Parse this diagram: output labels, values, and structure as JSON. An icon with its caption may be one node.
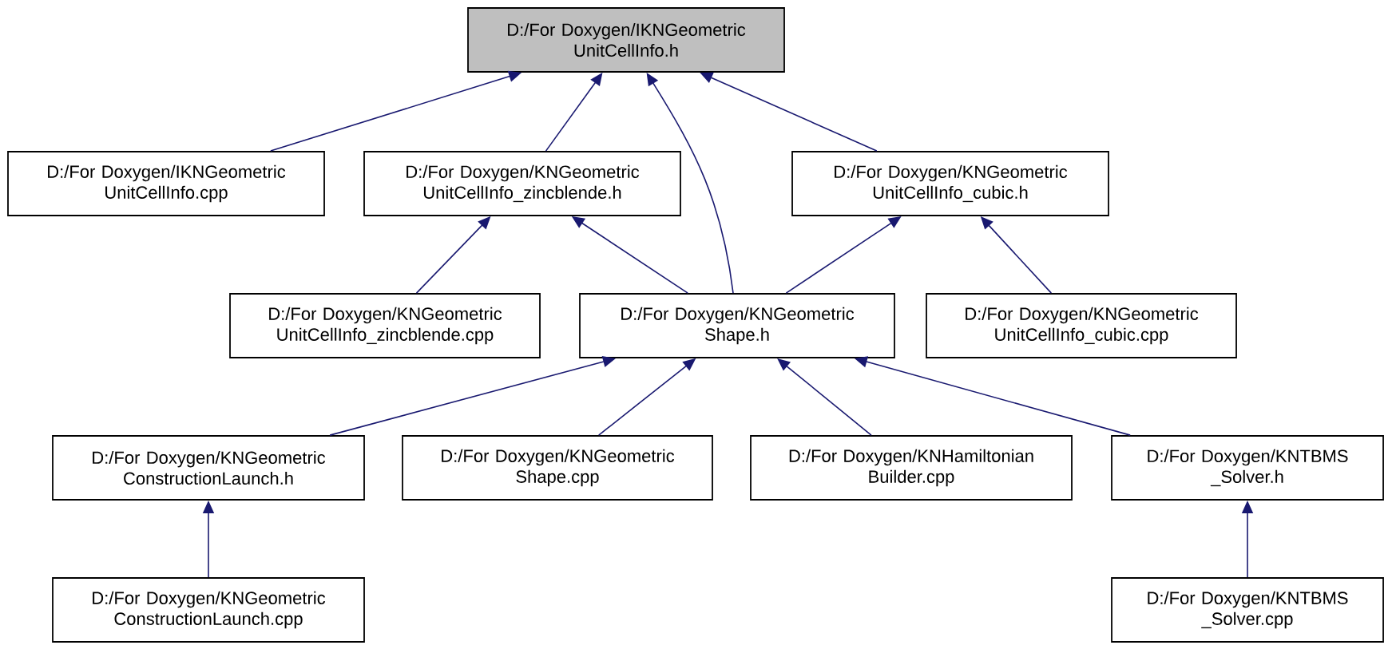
{
  "diagram": {
    "nodes": [
      {
        "text": [
          "D:/For Doxygen/IKNGeometric UnitCellInfo.h"
        ]
      },
      {
        "text": [
          "D:/For Doxygen/IKNGeometric UnitCellInfo.cpp"
        ]
      },
      {
        "text": [
          "D:/For Doxygen/KNGeometric UnitCellInfo_zincblende.h"
        ]
      },
      {
        "text": [
          "D:/For Doxygen/KNGeometric UnitCellInfo_cubic.h"
        ]
      },
      {
        "text": [
          "D:/For Doxygen/KNGeometric UnitCellInfo_zincblende.cpp"
        ]
      },
      {
        "text": [
          "D:/For Doxygen/KNGeometric Shape.h"
        ]
      },
      {
        "text": [
          "D:/For Doxygen/KNGeometric UnitCellInfo_cubic.cpp"
        ]
      },
      {
        "text": [
          "D:/For Doxygen/KNGeometric ConstructionLaunch.h"
        ]
      },
      {
        "text": [
          "D:/For Doxygen/KNGeometric Shape.cpp"
        ]
      },
      {
        "text": [
          "D:/For Doxygen/KNHamiltonian Builder.cpp"
        ]
      },
      {
        "text": [
          "D:/For Doxygen/KNTBMS _Solver.h"
        ]
      },
      {
        "text": [
          "D:/For Doxygen/KNGeometric ConstructionLaunch.cpp"
        ]
      },
      {
        "text": [
          "D:/For Doxygen/KNTBMS _Solver.cpp"
        ]
      }
    ],
    "edges": [
      {
        "from": 1,
        "to": 0,
        "arrow": "to"
      },
      {
        "from": 2,
        "to": 0,
        "arrow": "to"
      },
      {
        "from": 5,
        "to": 0,
        "arrow": "to"
      },
      {
        "from": 3,
        "to": 0,
        "arrow": "to"
      },
      {
        "from": 4,
        "to": 2,
        "arrow": "to"
      },
      {
        "from": 5,
        "to": 2,
        "arrow": "to"
      },
      {
        "from": 5,
        "to": 3,
        "arrow": "to"
      },
      {
        "from": 6,
        "to": 3,
        "arrow": "to"
      },
      {
        "from": 7,
        "to": 5,
        "arrow": "to"
      },
      {
        "from": 8,
        "to": 5,
        "arrow": "to"
      },
      {
        "from": 9,
        "to": 5,
        "arrow": "to"
      },
      {
        "from": 10,
        "to": 5,
        "arrow": "to"
      },
      {
        "from": 11,
        "to": 7,
        "arrow": "to"
      },
      {
        "from": 12,
        "to": 10,
        "arrow": "to"
      }
    ]
  }
}
